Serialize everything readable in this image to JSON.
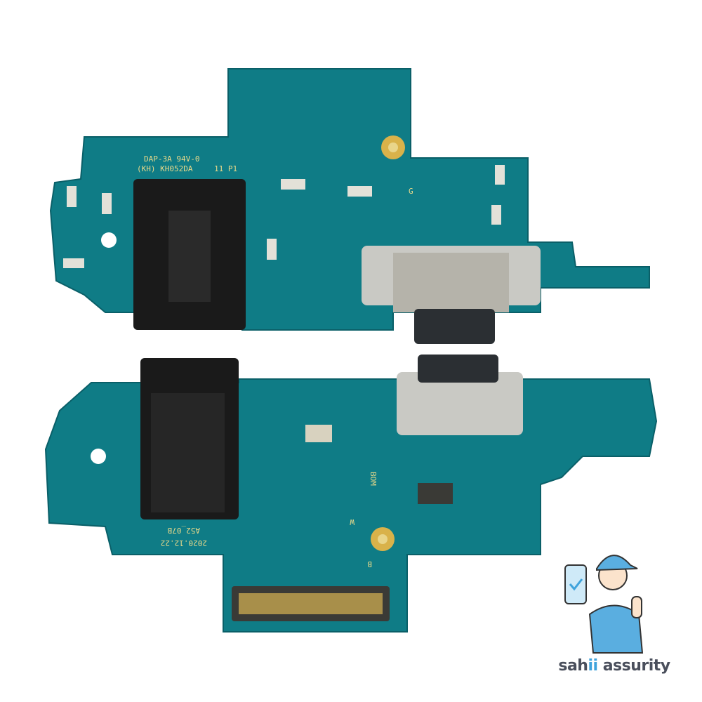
{
  "product": {
    "silkscreen_top": {
      "line1": "DAP-3A 94V-0",
      "line2": "(KH) KH052DA",
      "line3": "11 P1",
      "mark": "G"
    },
    "silkscreen_bottom": {
      "date": "2020.12.22",
      "model": "A52_07B",
      "letter_w": "W",
      "letter_b": "B",
      "bom": "BOM"
    }
  },
  "logo": {
    "part1": "sah",
    "part2": "ii",
    "part3": " assurity",
    "accent": "#3fa3dc",
    "text_color": "#4a4f5c"
  },
  "colors": {
    "pcb": "#0f7c86",
    "pcb_dark": "#0a5f68",
    "gold": "#d9b24a",
    "metal": "#c9c9c4"
  }
}
